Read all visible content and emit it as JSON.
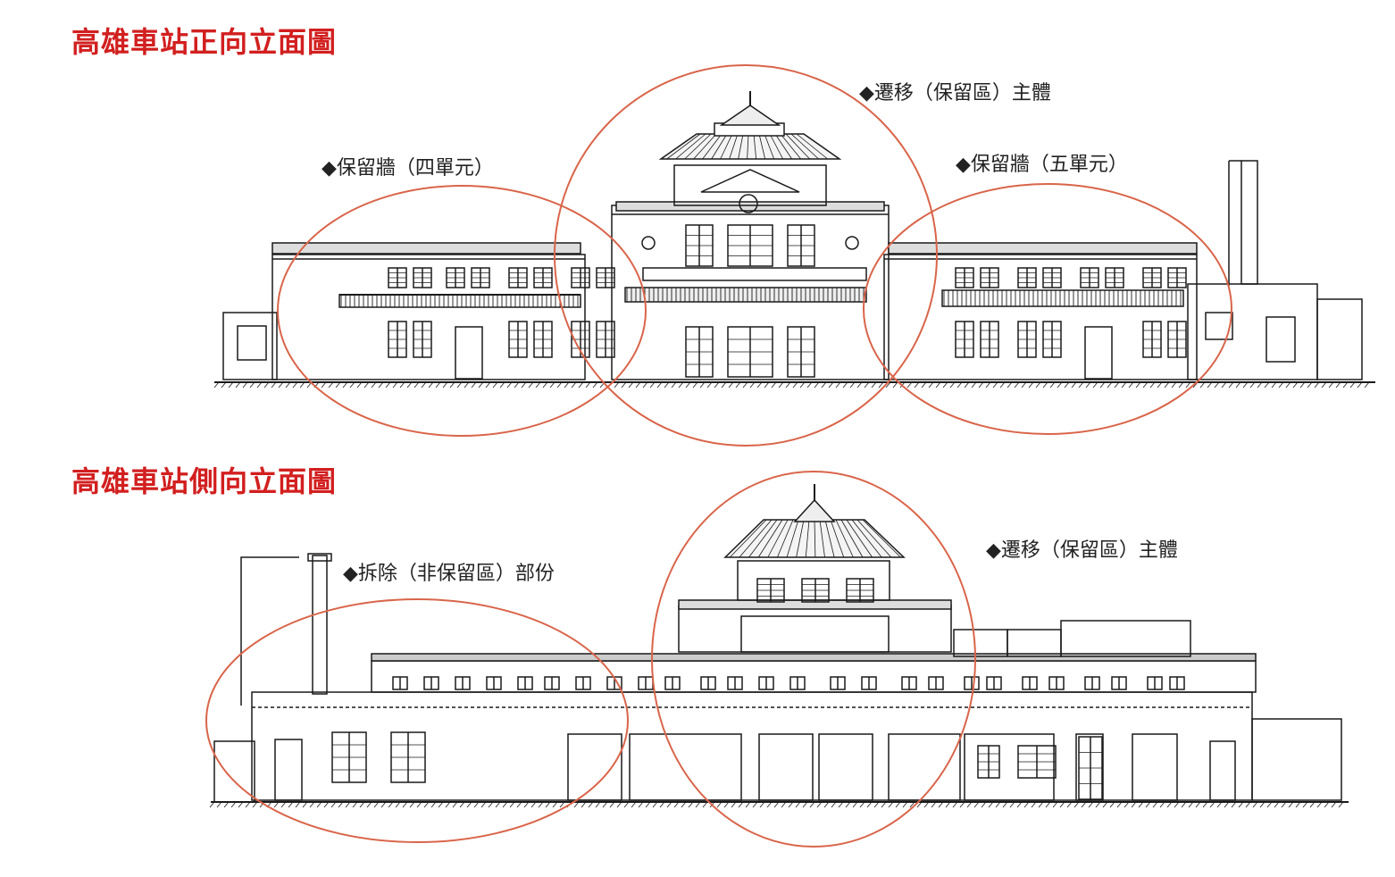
{
  "colors": {
    "title": "#d21f1f",
    "circle": "#d9654a",
    "ink": "#1a1a1a"
  },
  "front": {
    "title": "高雄車站正向立面圖",
    "note_center": "◆遷移（保留區）主體",
    "note_left": "◆保留牆（四單元）",
    "note_right": "◆保留牆（五單元）"
  },
  "side": {
    "title": "高雄車站側向立面圖",
    "note_left": "◆拆除（非保留區）部份",
    "note_right": "◆遷移（保留區）主體"
  }
}
